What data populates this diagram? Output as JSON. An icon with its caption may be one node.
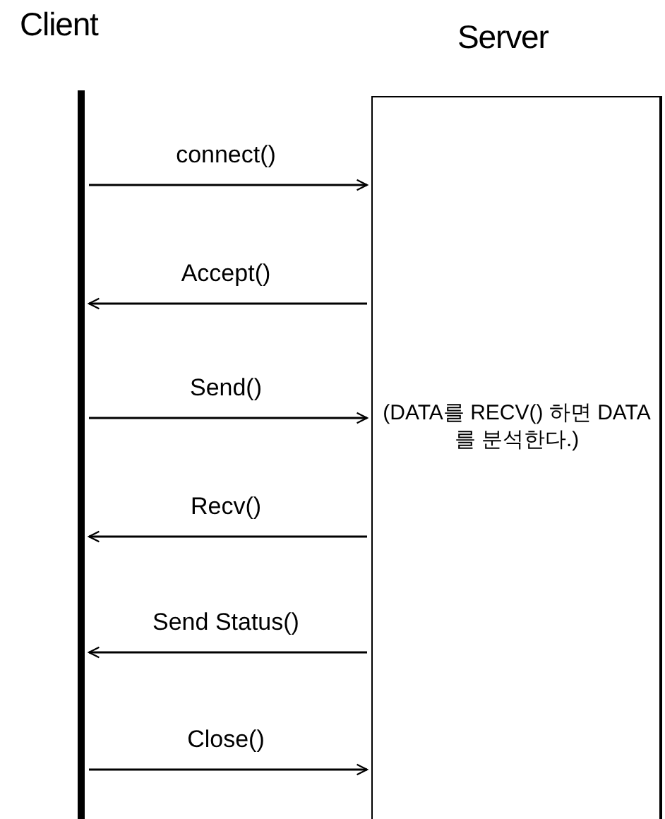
{
  "diagram": {
    "nodes": [
      {
        "text": [],
        "shape": "bar"
      },
      {
        "text": [
          "Server",
          "(DATA를 RECV() 하면 DATA를 분석한다.)"
        ]
      }
    ],
    "edges": [
      {
        "from": 0,
        "to": 1,
        "arrow": "to",
        "label": "connect()"
      },
      {
        "from": 1,
        "to": 0,
        "arrow": "to",
        "label": "Accept()"
      },
      {
        "from": 0,
        "to": 1,
        "arrow": "to",
        "label": "Send()"
      },
      {
        "from": 1,
        "to": 0,
        "arrow": "to",
        "label": "Recv()"
      },
      {
        "from": 1,
        "to": 0,
        "arrow": "to",
        "label": "Send Status()"
      },
      {
        "from": 0,
        "to": 1,
        "arrow": "to",
        "label": "Close()"
      }
    ],
    "labels": [
      "Client"
    ]
  }
}
